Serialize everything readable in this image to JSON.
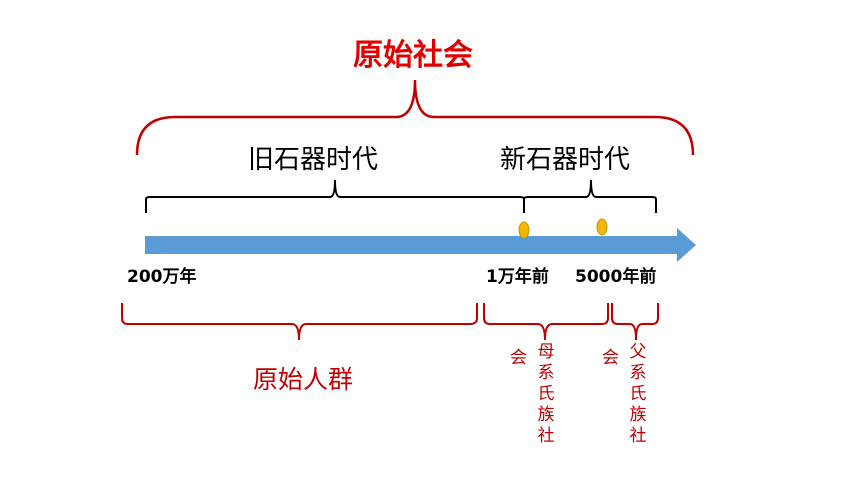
{
  "title": "原始社会",
  "eras": {
    "old": "旧石器时代",
    "new": "新石器时代"
  },
  "timeline": {
    "ticks": [
      "200万年",
      "1万年前",
      "5000年前"
    ],
    "arrow_color": "#5b9bd5",
    "marker_color": "#f2b800"
  },
  "stages": {
    "primitive_group": "原始人群",
    "matrilineal": {
      "vertical": "母系氏族社",
      "side": "会"
    },
    "patrilineal": {
      "vertical": "父系氏族社",
      "side": "会"
    }
  },
  "colors": {
    "title": "#e00000",
    "stages": "#c00000",
    "top_brace": "#c00000",
    "era_braces": "#000000"
  }
}
